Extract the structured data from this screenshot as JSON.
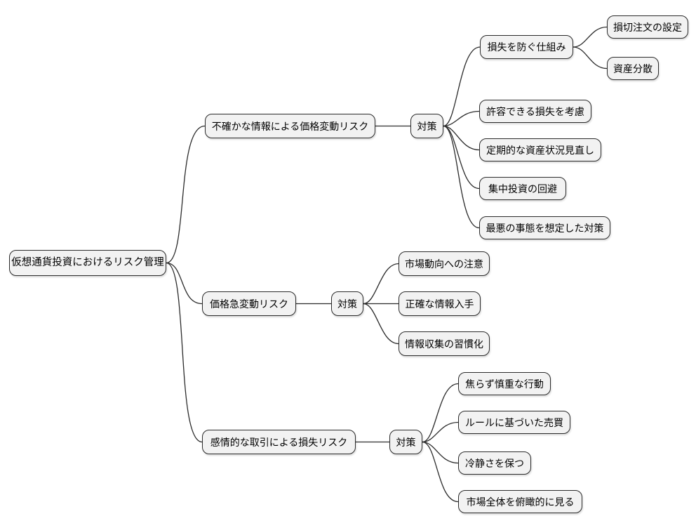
{
  "diagram": {
    "type": "mindmap",
    "root": {
      "label": "仮想通貨投資におけるリスク管理"
    },
    "branches": [
      {
        "label": "不確かな情報による価格変動リスク",
        "countermeasure": "対策",
        "items": [
          {
            "label": "損失を防ぐ仕組み",
            "children": [
              {
                "label": "損切注文の設定"
              },
              {
                "label": "資産分散"
              }
            ]
          },
          {
            "label": "許容できる損失を考慮"
          },
          {
            "label": "定期的な資産状況見直し"
          },
          {
            "label": "集中投資の回避"
          },
          {
            "label": "最悪の事態を想定した対策"
          }
        ]
      },
      {
        "label": "価格急変動リスク",
        "countermeasure": "対策",
        "items": [
          {
            "label": "市場動向への注意"
          },
          {
            "label": "正確な情報入手"
          },
          {
            "label": "情報収集の習慣化"
          }
        ]
      },
      {
        "label": "感情的な取引による損失リスク",
        "countermeasure": "対策",
        "items": [
          {
            "label": "焦らず慎重な行動"
          },
          {
            "label": "ルールに基づいた売買"
          },
          {
            "label": "冷静さを保つ"
          },
          {
            "label": "市場全体を俯瞰的に見る"
          }
        ]
      }
    ],
    "colors": {
      "background": "#ffffff",
      "node_fill": "#f2f2f2",
      "node_border": "#2b2b2b",
      "edge": "#2b2b2b",
      "text": "#000000"
    }
  }
}
